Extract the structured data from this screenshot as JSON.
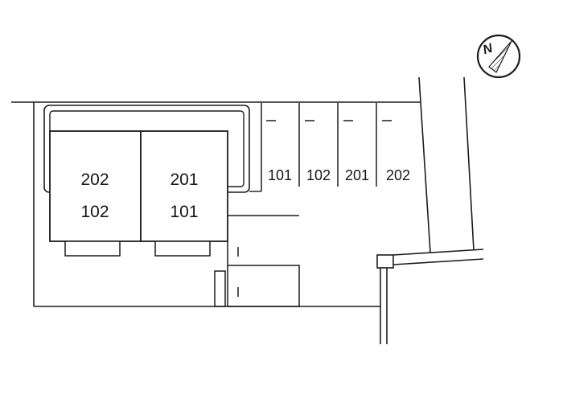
{
  "meta": {
    "background_color": "#ffffff",
    "line_color": "#1c1c1c",
    "text_color": "#151515"
  },
  "compass": {
    "label": "N"
  },
  "building": {
    "units": [
      {
        "labels": [
          "202",
          "102"
        ]
      },
      {
        "labels": [
          "201",
          "101"
        ]
      }
    ]
  },
  "parking": {
    "stalls": [
      {
        "label": "101"
      },
      {
        "label": "102"
      },
      {
        "label": "201"
      },
      {
        "label": "202"
      }
    ]
  }
}
